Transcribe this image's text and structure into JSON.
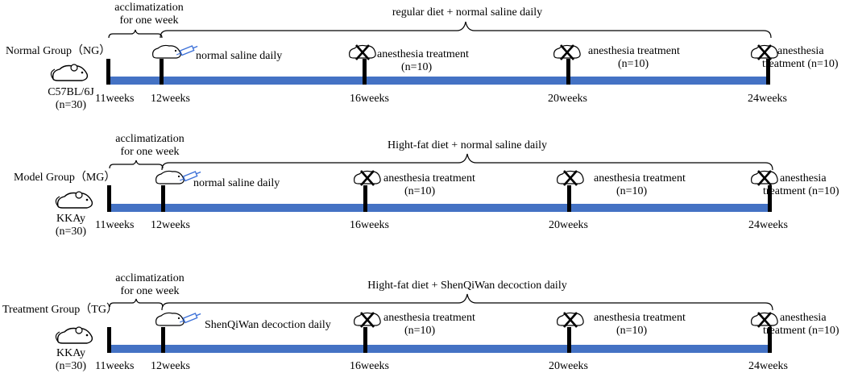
{
  "groups": [
    {
      "id": "ng",
      "group_label": "Normal Group（NG）",
      "strain": "C57BL/6J",
      "n": "(n=30)",
      "acclimatization": [
        "acclimatization",
        "for one week"
      ],
      "treatment_period": "regular diet + normal saline daily",
      "daily_label": "normal saline daily",
      "anesthesia_16": [
        "anesthesia treatment",
        "(n=10)"
      ],
      "anesthesia_20": [
        "anesthesia treatment",
        "(n=10)"
      ],
      "anesthesia_24": [
        "anesthesia",
        "treatment  (n=10)"
      ]
    },
    {
      "id": "mg",
      "group_label": "Model Group（MG）",
      "strain": "KKAy",
      "n": "(n=30)",
      "acclimatization": [
        "acclimatization",
        "for one week"
      ],
      "treatment_period": "Hight-fat diet + normal saline daily",
      "daily_label": "normal saline daily",
      "anesthesia_16": [
        "anesthesia treatment",
        "(n=10)"
      ],
      "anesthesia_20": [
        "anesthesia treatment",
        "(n=10)"
      ],
      "anesthesia_24": [
        "anesthesia",
        "treatment  (n=10)"
      ]
    },
    {
      "id": "tg",
      "group_label": "Treatment Group（TG）",
      "strain": "KKAy",
      "n": "(n=30)",
      "acclimatization": [
        "acclimatization",
        "for one week"
      ],
      "treatment_period": "Hight-fat diet + ShenQiWan decoction daily",
      "daily_label": "ShenQiWan decoction daily",
      "anesthesia_16": [
        "anesthesia treatment",
        "(n=10)"
      ],
      "anesthesia_20": [
        "anesthesia treatment",
        "(n=10)"
      ],
      "anesthesia_24": [
        "anesthesia",
        "treatment  (n=10)"
      ]
    }
  ],
  "timepoints": [
    "11weeks",
    "12weeks",
    "16weeks",
    "20weeks",
    "24weeks"
  ],
  "colors": {
    "timeline": "#4472c4",
    "tick": "#000000",
    "syringe": "#3a6fd8"
  },
  "icons": [
    "mouse-icon",
    "mouse-syringe-icon",
    "mouse-crossed-icon"
  ]
}
